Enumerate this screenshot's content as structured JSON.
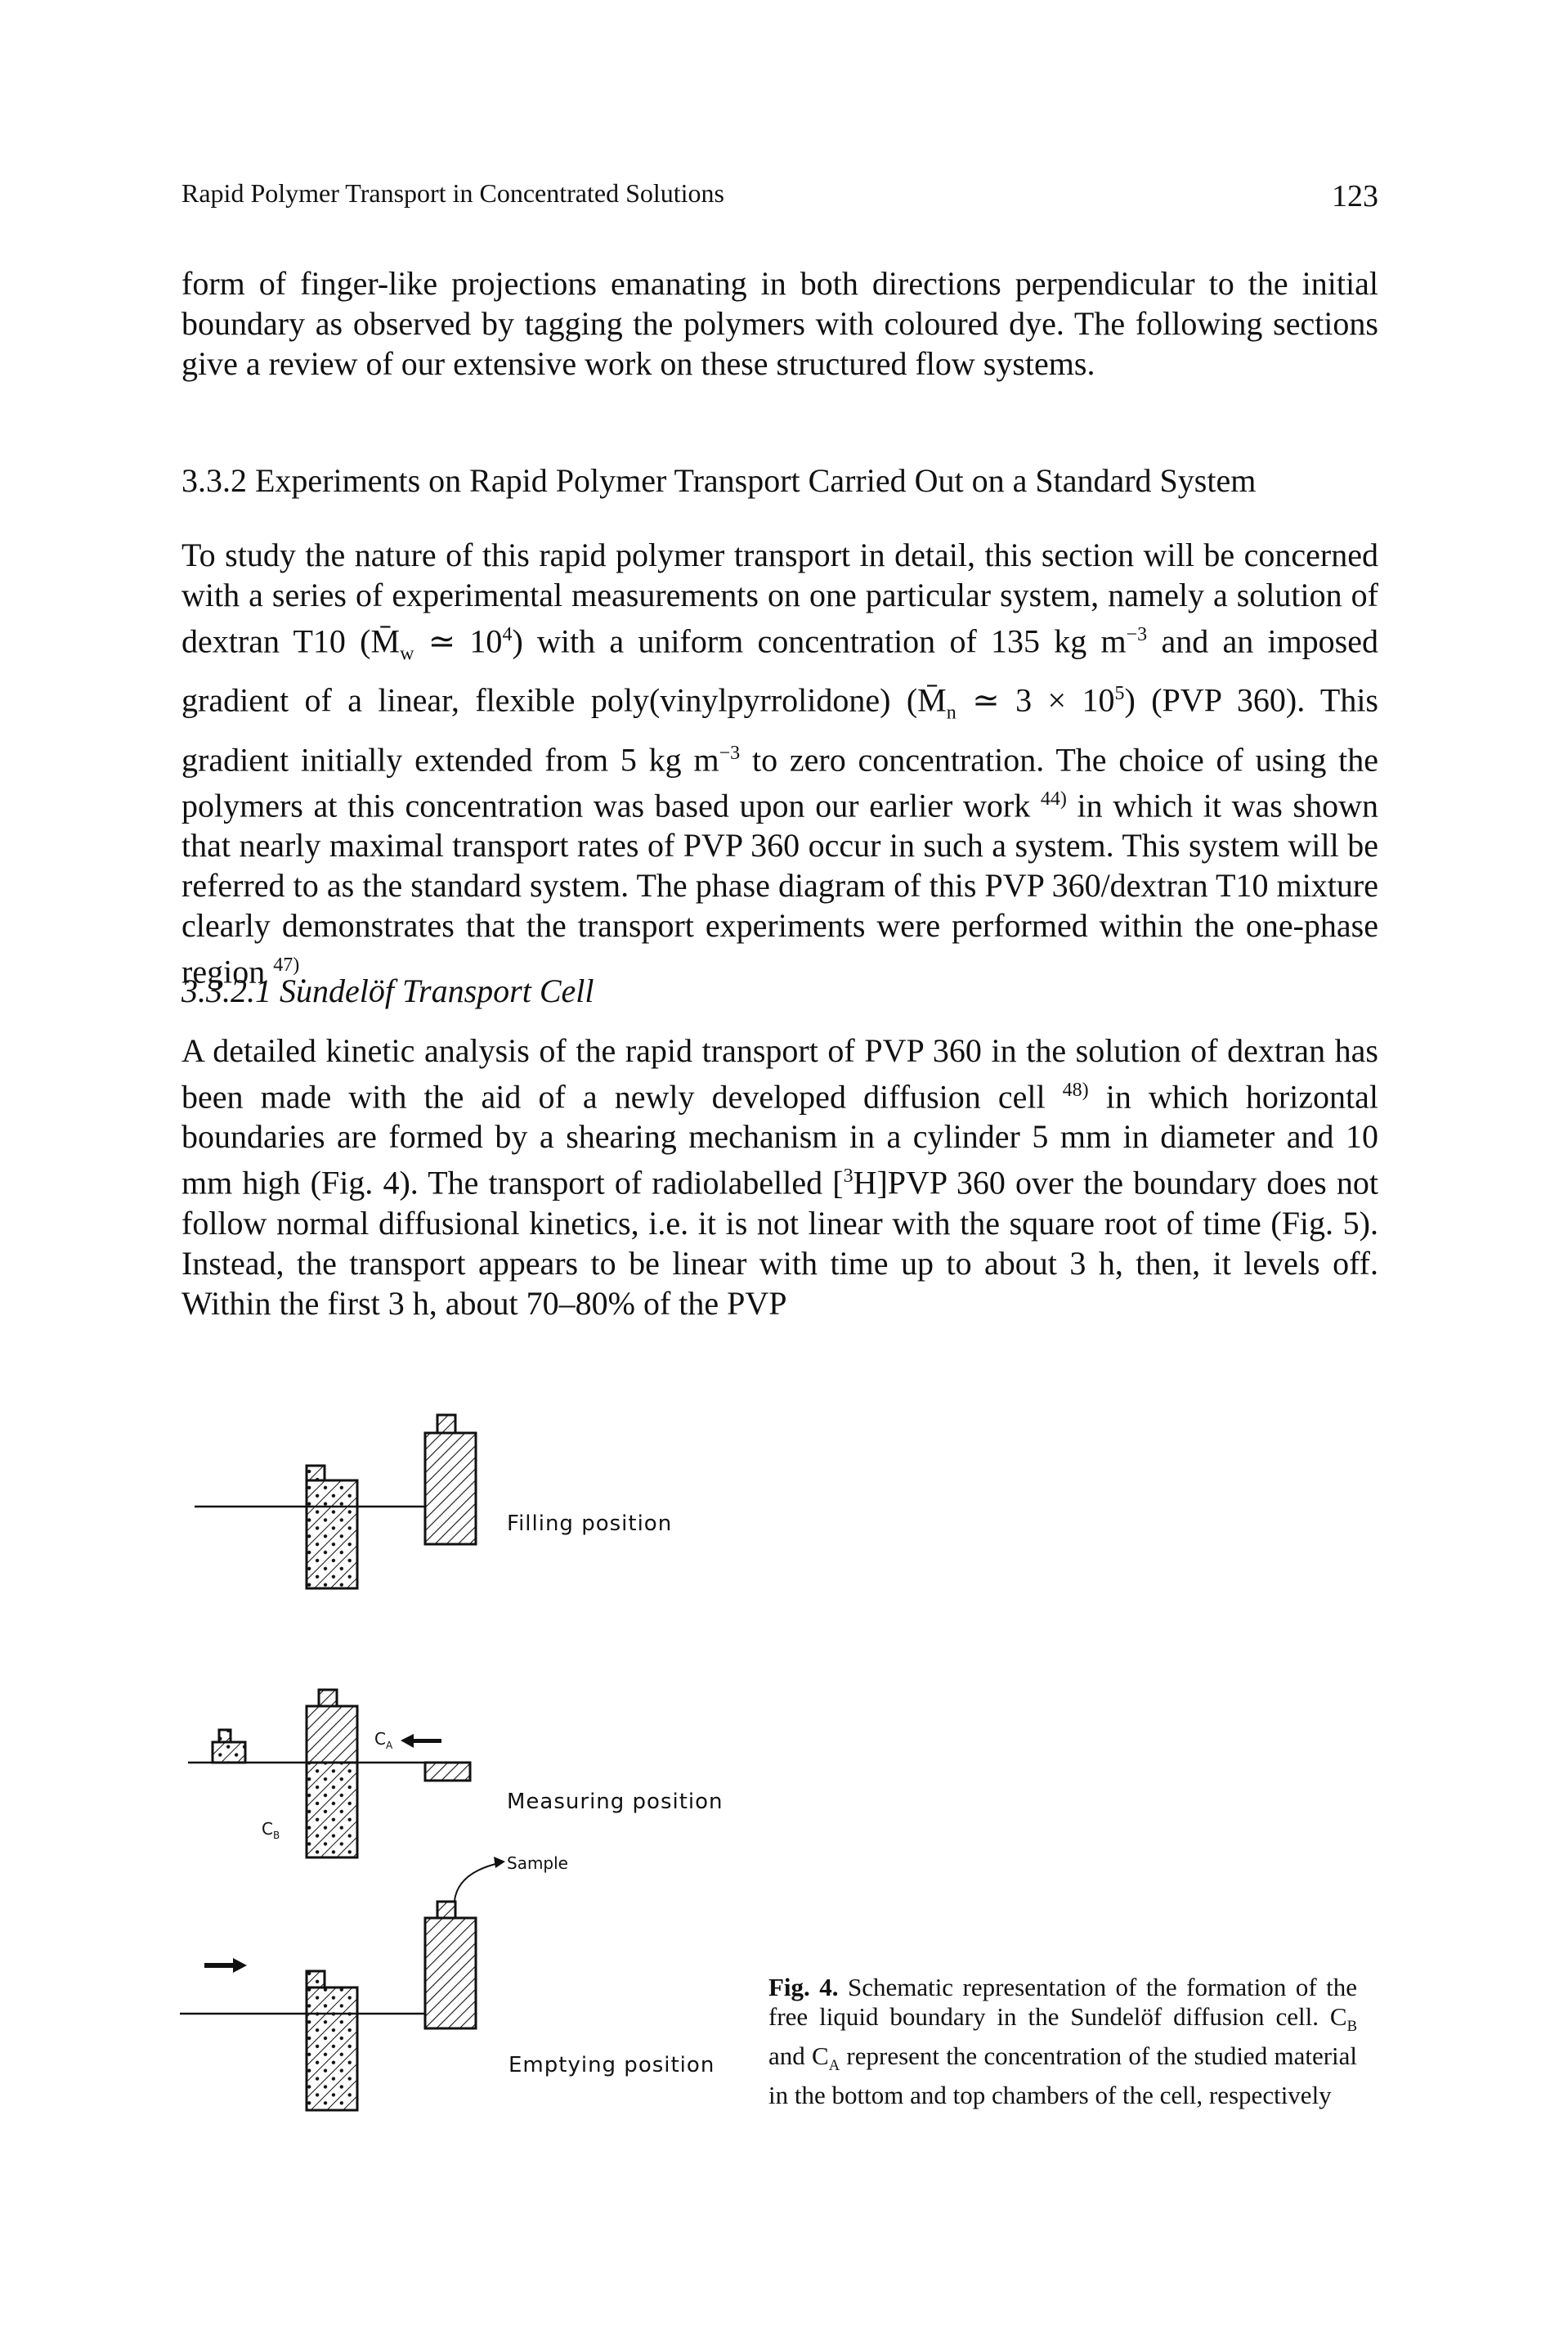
{
  "running_head": {
    "title": "Rapid Polymer Transport in Concentrated Solutions",
    "page_number": "123"
  },
  "para1": "form of finger-like projections emanating in both directions perpendicular to the initial boundary as observed by tagging the polymers with coloured dye. The following sections give a review of our extensive work on these structured flow systems.",
  "section_heading": "3.3.2 Experiments on Rapid Polymer Transport Carried Out on a Standard System",
  "para2_parts": {
    "a": "To study the nature of this rapid polymer transport in detail, this section will be concerned with a series of experimental measurements on one particular system, namely a solution of dextran T10 (M̄",
    "a_sub": "w",
    "b": " ≃ 10",
    "b_sup": "4",
    "c": ") with a uniform concentration of 135 kg m",
    "c_sup": "−3",
    "d": " and an imposed gradient of a linear, flexible poly(vinylpyrrolidone) (M̄",
    "d_sub": "n",
    "e": " ≃ 3 × 10",
    "e_sup": "5",
    "f": ") (PVP 360). This gradient initially extended from 5 kg m",
    "f_sup": "−3",
    "g": " to zero concentration. The choice of using the polymers at this concentration was based upon our earlier work ",
    "g_sup": "44)",
    "h": " in which it was shown that nearly maximal transport rates of PVP 360 occur in such a system. This system will be referred to as the standard system. The phase diagram of this PVP 360/dextran T10 mixture clearly demonstrates that the transport experiments were performed within the one-phase region ",
    "h_sup": "47)",
    "i": "."
  },
  "subsection_heading": "3.3.2.1 Sundelöf Transport Cell",
  "para3_parts": {
    "a": "A detailed kinetic analysis of the rapid transport of PVP 360 in the solution of dextran has been made with the aid of a newly developed diffusion cell ",
    "a_sup": "48)",
    "b": " in which horizontal boundaries are formed by a shearing mechanism in a cylinder 5 mm in diameter and 10 mm high (Fig. 4). The transport of radiolabelled [",
    "b_sup": "3",
    "c": "H]PVP 360 over the boundary does not follow normal diffusional kinetics, i.e. it is not linear with the square root of time (Fig. 5). Instead, the transport appears to be linear with time up to about 3 h, then, it levels off. Within the first 3 h, about 70–80% of the PVP"
  },
  "figure": {
    "label_filling": "Filling position",
    "label_measuring": "Measuring position",
    "label_emptying": "Emptying position",
    "label_sample": "Sample",
    "label_ca": "C",
    "label_ca_sub": "A",
    "label_cb": "C",
    "label_cb_sub": "B"
  },
  "caption_parts": {
    "label": "Fig. 4.",
    "a": " Schematic representation of the formation of the free liquid boundary in the Sundelöf diffusion cell. C",
    "a_sub": "B",
    "b": " and C",
    "b_sub": "A",
    "c": " represent the concentration of the studied material in the bottom and top chambers of the cell, respectively"
  }
}
